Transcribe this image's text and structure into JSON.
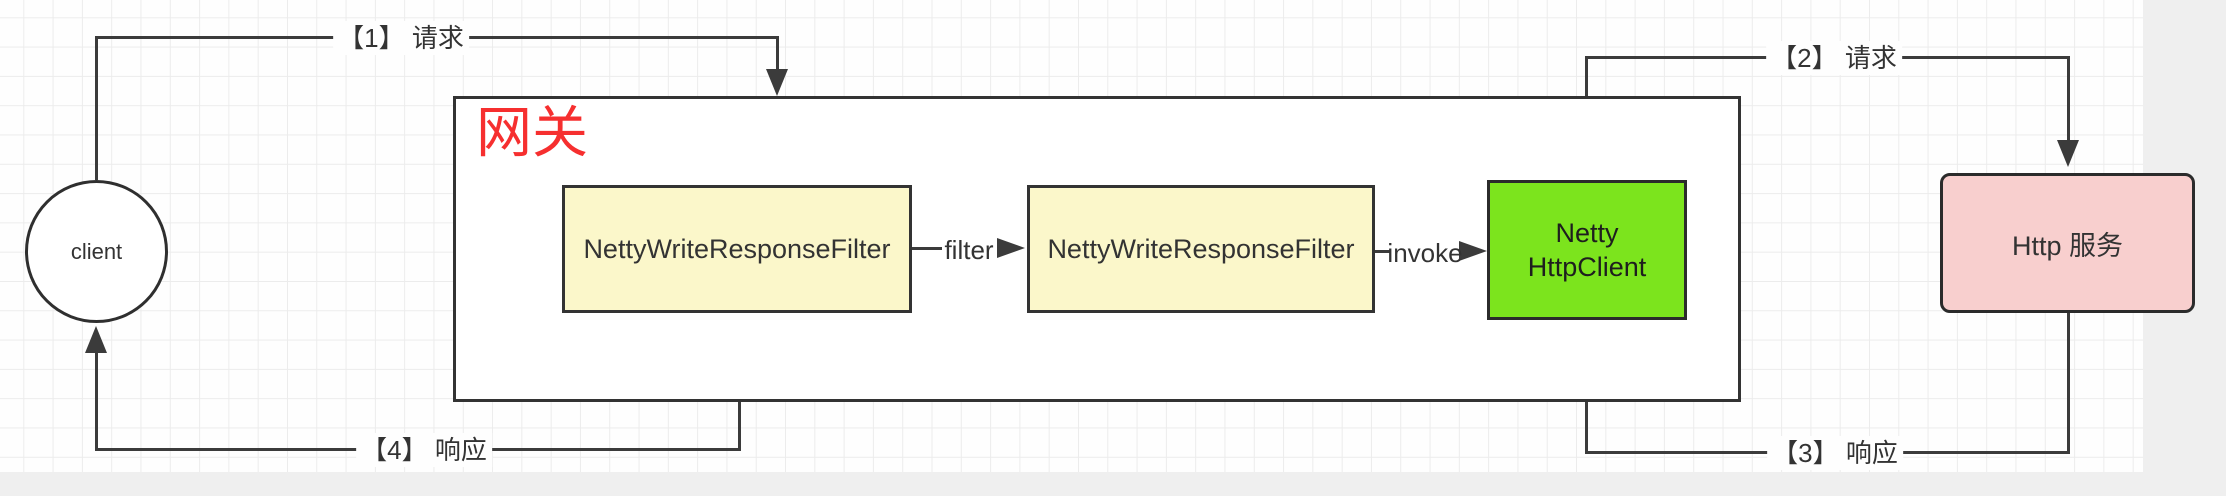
{
  "diagram": {
    "title": "网关",
    "nodes": {
      "client": {
        "label": "client"
      },
      "gateway": {
        "label": "网关"
      },
      "filter1": {
        "label": "NettyWriteResponseFilter"
      },
      "filter2": {
        "label": "NettyWriteResponseFilter"
      },
      "netty_http_client": {
        "line1": "Netty",
        "line2": "HttpClient"
      },
      "http_service": {
        "label": "Http 服务"
      }
    },
    "edges": {
      "request1": {
        "label": "【1】 请求"
      },
      "request2": {
        "label": "【2】 请求"
      },
      "response3": {
        "label": "【3】 响应"
      },
      "response4": {
        "label": "【4】 响应"
      },
      "filter": {
        "label": "filter"
      },
      "invoke": {
        "label": "invoke"
      }
    },
    "colors": {
      "line": "#3b3b3b",
      "gateway_title": "#f62f2f",
      "filter_fill": "#fbf7ca",
      "netty_client_fill": "#7ce41d",
      "http_service_fill": "#f8cfce",
      "grid_line": "#ececec",
      "canvas_edge": "#efefef"
    }
  }
}
